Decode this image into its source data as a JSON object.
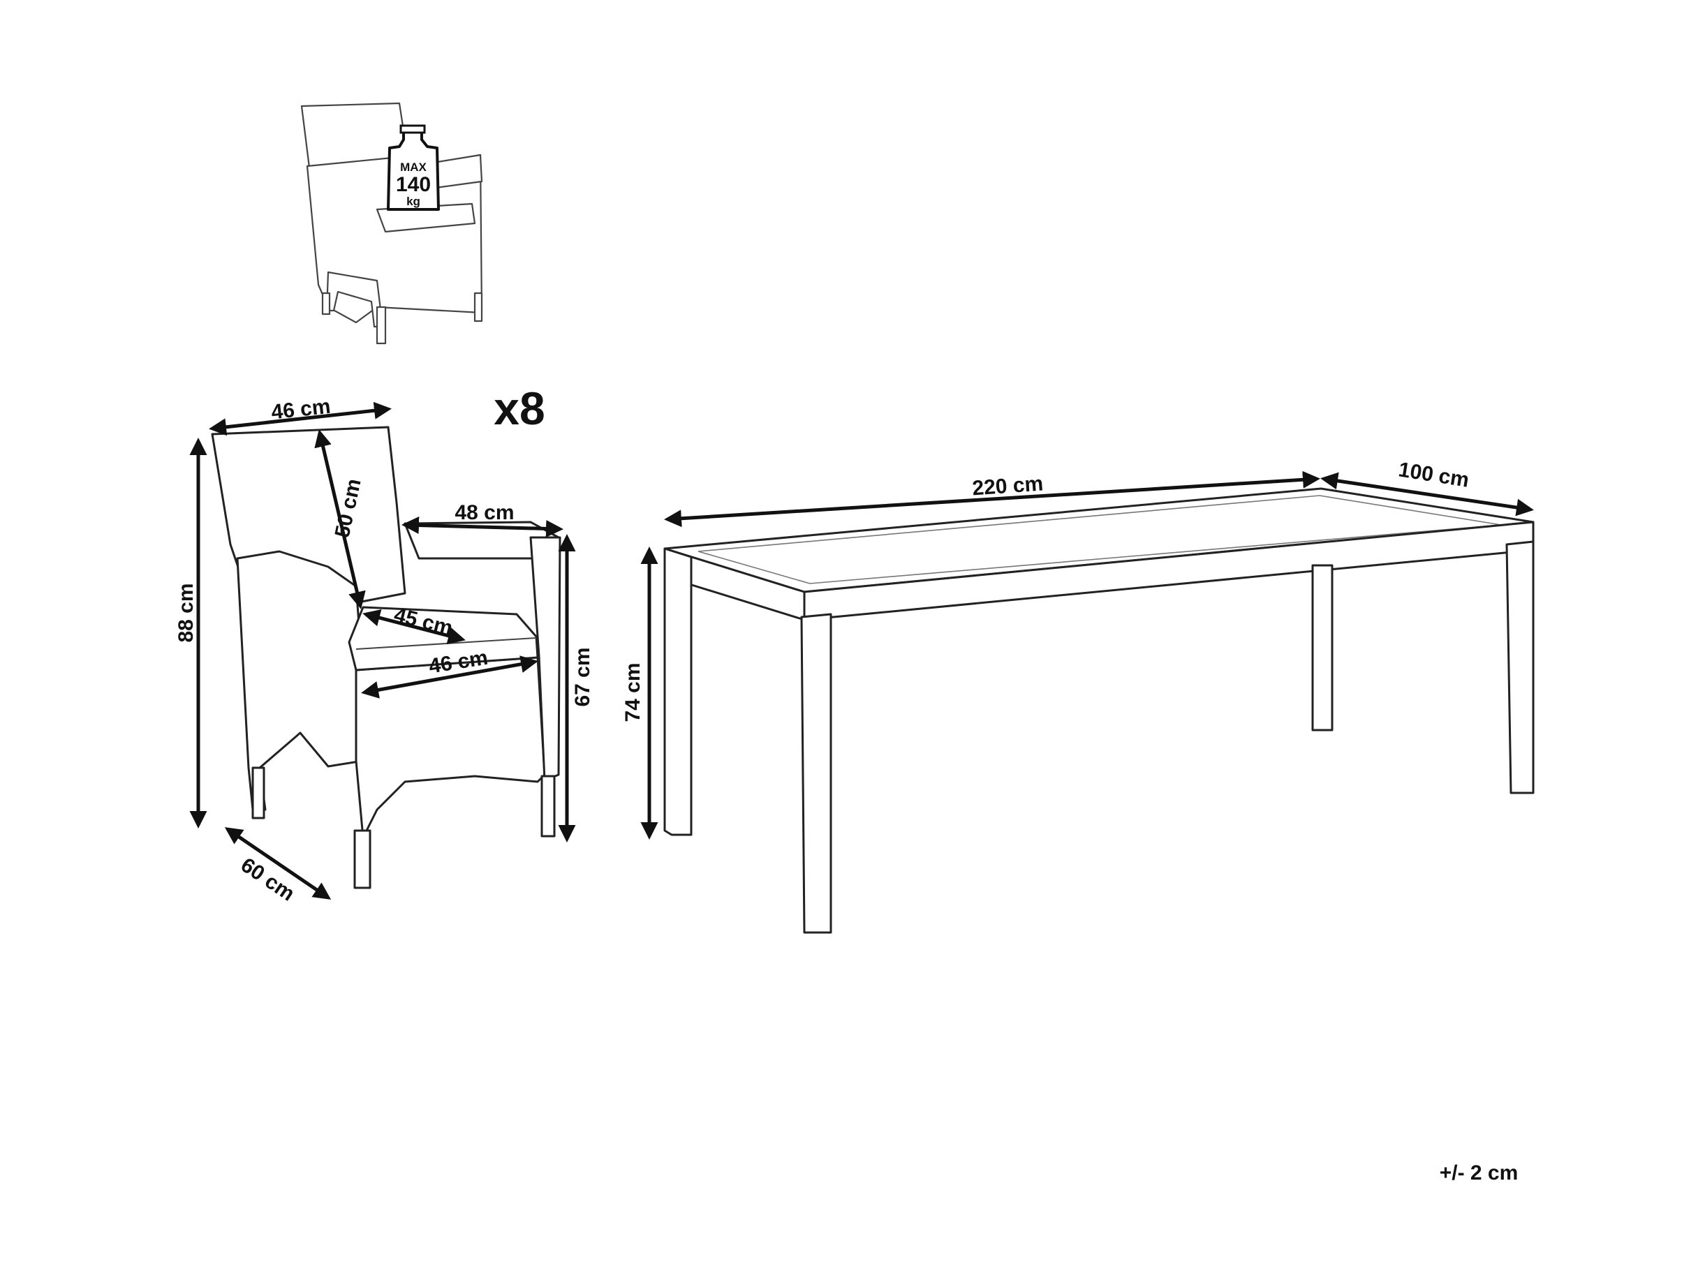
{
  "weight_badge": {
    "line1": "MAX",
    "line2": "140",
    "line3": "kg"
  },
  "quantity": "x8",
  "chair": {
    "width_top": "46 cm",
    "back_height": "50 cm",
    "arm_depth": "48 cm",
    "total_height": "88 cm",
    "seat_depth": "45 cm",
    "seat_width": "46 cm",
    "arm_height": "67 cm",
    "depth": "60 cm"
  },
  "table": {
    "length": "220 cm",
    "width": "100 cm",
    "height": "74 cm"
  },
  "tolerance": "+/- 2 cm"
}
